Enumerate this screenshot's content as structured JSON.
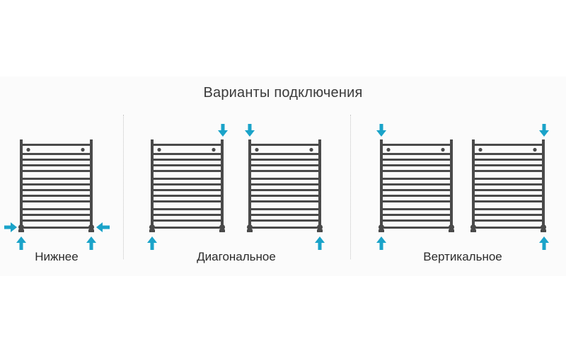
{
  "title": "Варианты подключения",
  "groups": [
    {
      "label": "Нижнее"
    },
    {
      "label": "Диагональное"
    },
    {
      "label": "Вертикальное"
    }
  ],
  "colors": {
    "rail": "#4a4a4a",
    "arrow": "#1aa3c9",
    "text": "#2b2b2b"
  },
  "icons": {
    "arrow": "arrow-icon",
    "radiator": "towel-rail-icon"
  }
}
